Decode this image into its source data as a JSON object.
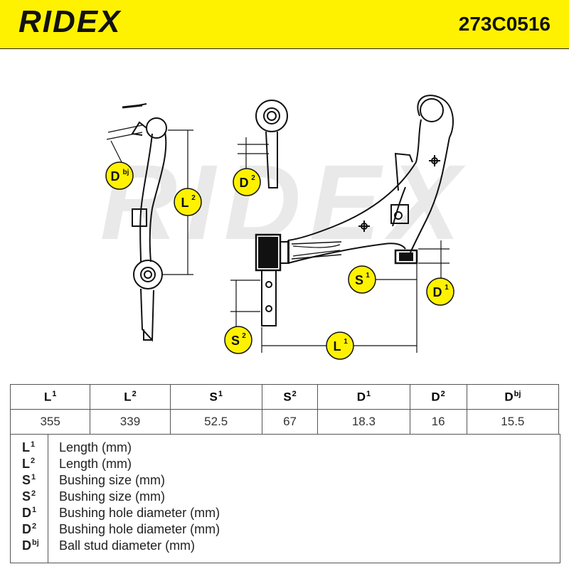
{
  "brand": "RIDEX",
  "part_number": "273C0516",
  "watermark": "RIDEX",
  "colors": {
    "header_bg": "#fff200",
    "callout_fill": "#fff200",
    "text": "#111111"
  },
  "callouts": {
    "dbj": {
      "base": "D",
      "sup": "bj"
    },
    "l2": {
      "base": "L",
      "sup": "2"
    },
    "d2": {
      "base": "D",
      "sup": "2"
    },
    "s1": {
      "base": "S",
      "sup": "1"
    },
    "d1": {
      "base": "D",
      "sup": "1"
    },
    "s2": {
      "base": "S",
      "sup": "2"
    },
    "l1": {
      "base": "L",
      "sup": "1"
    }
  },
  "table": {
    "headers": [
      {
        "base": "L",
        "sup": "1"
      },
      {
        "base": "L",
        "sup": "2"
      },
      {
        "base": "S",
        "sup": "1"
      },
      {
        "base": "S",
        "sup": "2"
      },
      {
        "base": "D",
        "sup": "1"
      },
      {
        "base": "D",
        "sup": "2"
      },
      {
        "base": "D",
        "sup": "bj"
      }
    ],
    "values": [
      "355",
      "339",
      "52.5",
      "67",
      "18.3",
      "16",
      "15.5"
    ]
  },
  "legend": [
    {
      "base": "L",
      "sup": "1",
      "desc": "Length (mm)"
    },
    {
      "base": "L",
      "sup": "2",
      "desc": "Length (mm)"
    },
    {
      "base": "S",
      "sup": "1",
      "desc": "Bushing size (mm)"
    },
    {
      "base": "S",
      "sup": "2",
      "desc": "Bushing size (mm)"
    },
    {
      "base": "D",
      "sup": "1",
      "desc": "Bushing hole diameter (mm)"
    },
    {
      "base": "D",
      "sup": "2",
      "desc": "Bushing hole diameter (mm)"
    },
    {
      "base": "D",
      "sup": "bj",
      "desc": "Ball stud diameter (mm)"
    }
  ]
}
